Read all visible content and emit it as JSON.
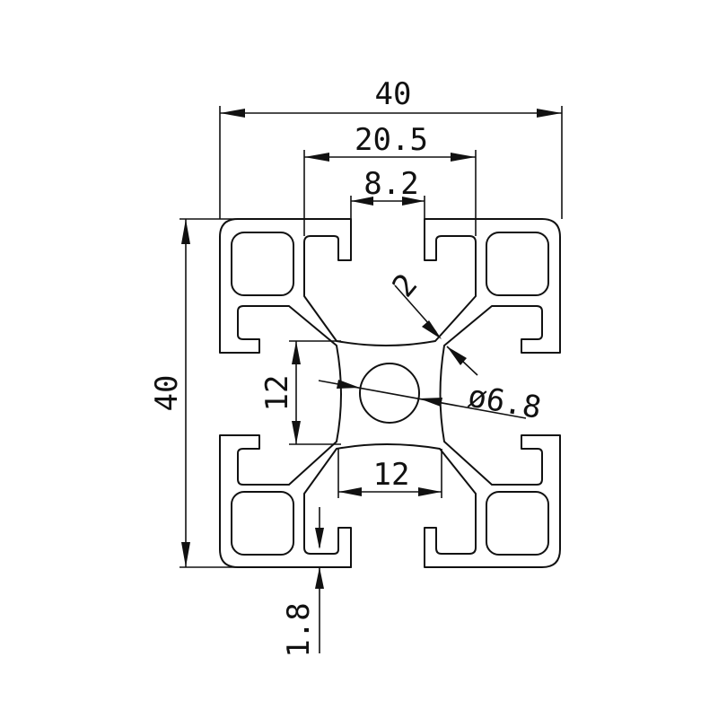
{
  "drawing": {
    "colors": {
      "line": "#111111",
      "background": "#ffffff"
    },
    "dimensions": {
      "overall_width": "40",
      "slot_span": "20.5",
      "slot_opening": "8.2",
      "fillet_radius": "2",
      "overall_height": "40",
      "core_height": "12",
      "core_bore_diameter": "ø6.8",
      "core_width": "12",
      "wall_thickness": "1.8"
    }
  }
}
